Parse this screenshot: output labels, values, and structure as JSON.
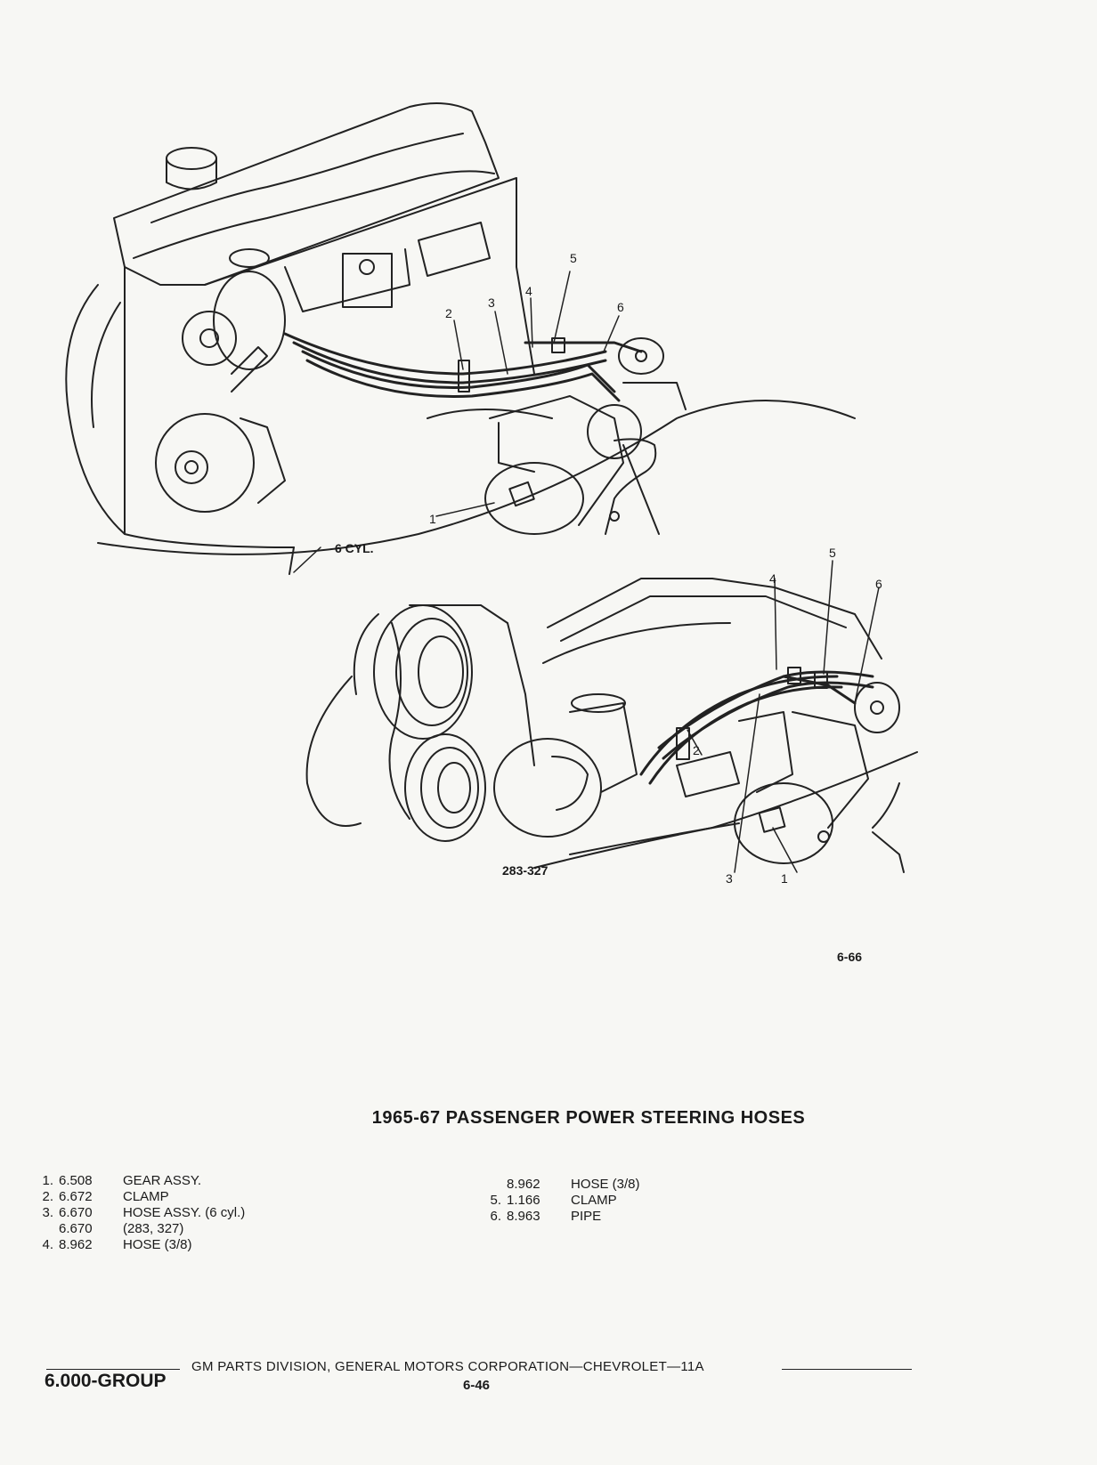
{
  "figure": {
    "top_caption": "6 CYL.",
    "bottom_caption": "283-327",
    "figure_number": "6-66",
    "top_callouts": [
      "1",
      "2",
      "3",
      "4",
      "5",
      "6"
    ],
    "bottom_callouts": [
      "1",
      "2",
      "3",
      "4",
      "5",
      "6"
    ]
  },
  "title": "1965-67 PASSENGER POWER STEERING HOSES",
  "parts_left": [
    {
      "num": "1.",
      "code": "6.508",
      "desc": "GEAR ASSY."
    },
    {
      "num": "2.",
      "code": "6.672",
      "desc": "CLAMP"
    },
    {
      "num": "3.",
      "code": "6.670",
      "desc": "HOSE ASSY. (6 cyl.)"
    },
    {
      "num": "",
      "code": "6.670",
      "desc": "(283, 327)"
    },
    {
      "num": "4.",
      "code": "8.962",
      "desc": "HOSE (3/8)"
    }
  ],
  "parts_right": [
    {
      "num": "",
      "code": "8.962",
      "desc": "HOSE (3/8)"
    },
    {
      "num": "5.",
      "code": "1.166",
      "desc": "CLAMP"
    },
    {
      "num": "6.",
      "code": "8.963",
      "desc": "PIPE"
    }
  ],
  "footer": {
    "text": "GM PARTS DIVISION, GENERAL MOTORS CORPORATION—CHEVROLET—11A",
    "group": "6.000-GROUP",
    "page": "6-46"
  }
}
